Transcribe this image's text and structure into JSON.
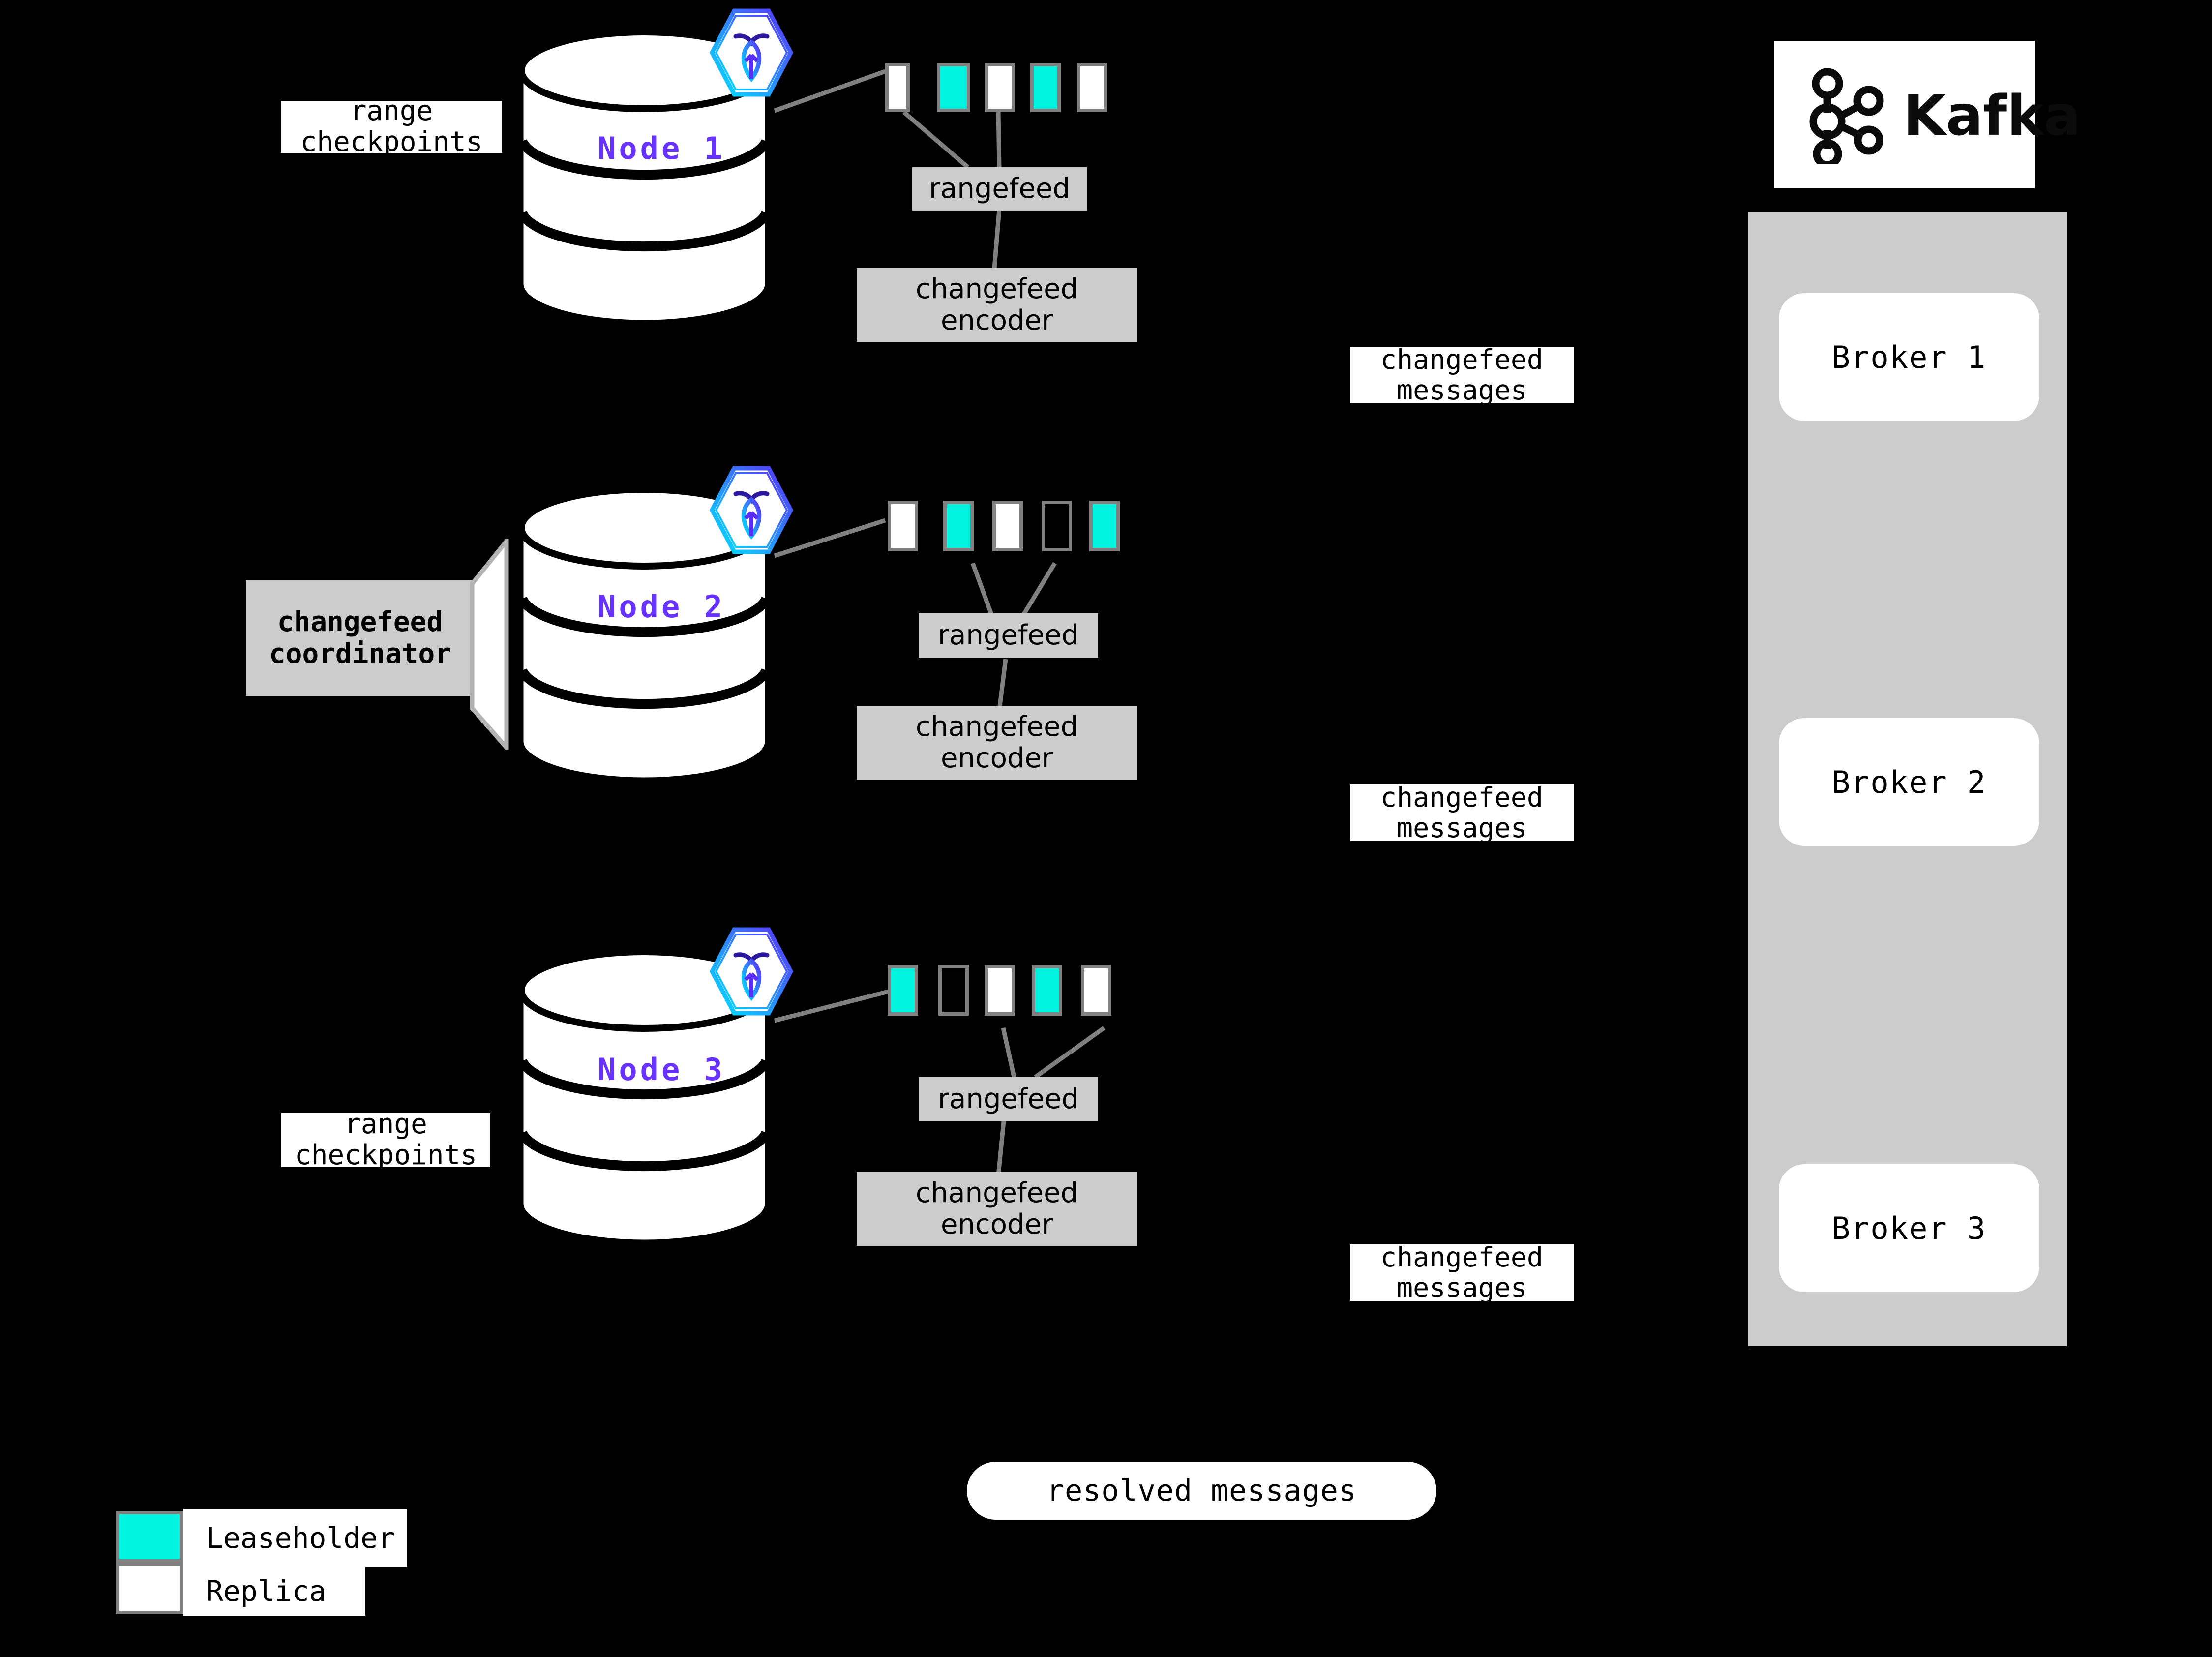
{
  "diagram": {
    "title_present": false,
    "background": "#000000",
    "accent_node_color": "#6933FF",
    "leaseholder_color": "#00F5E0",
    "replica_color": "#FFFFFF",
    "box_gray": "#CCCCCC",
    "range_border": "#808080"
  },
  "nodes": [
    {
      "id": "node-1",
      "label": "Node 1",
      "logo_icon": "cockroachdb-hexagon-icon",
      "side_label": "range\ncheckpoints",
      "ranges": [
        "replica",
        "leaseholder",
        "replica",
        "leaseholder",
        "replica"
      ],
      "rangefeed_label": "rangefeed",
      "encoder_label": "changefeed\nencoder",
      "messages_label": "changefeed\nmessages"
    },
    {
      "id": "node-2",
      "label": "Node 2",
      "logo_icon": "cockroachdb-hexagon-icon",
      "side_label": "changefeed\ncoordinator",
      "ranges": [
        "replica",
        "leaseholder",
        "replica",
        "empty",
        "leaseholder"
      ],
      "rangefeed_label": "rangefeed",
      "encoder_label": "changefeed\nencoder",
      "messages_label": "changefeed\nmessages"
    },
    {
      "id": "node-3",
      "label": "Node 3",
      "logo_icon": "cockroachdb-hexagon-icon",
      "side_label": "range\ncheckpoints",
      "ranges": [
        "leaseholder",
        "empty",
        "replica",
        "leaseholder",
        "replica"
      ],
      "rangefeed_label": "rangefeed",
      "encoder_label": "changefeed\nencoder",
      "messages_label": "changefeed\nmessages"
    }
  ],
  "kafka": {
    "logo_icon": "kafka-logo-icon",
    "logo_text": "Kafka",
    "brokers": [
      {
        "label": "Broker 1"
      },
      {
        "label": "Broker 2"
      },
      {
        "label": "Broker 3"
      }
    ]
  },
  "resolved": {
    "label": "resolved messages"
  },
  "legend": {
    "items": [
      {
        "swatch": "leaseholder",
        "label": "Leaseholder",
        "color": "#00F5E0"
      },
      {
        "swatch": "replica",
        "label": "Replica",
        "color": "#FFFFFF"
      }
    ]
  }
}
